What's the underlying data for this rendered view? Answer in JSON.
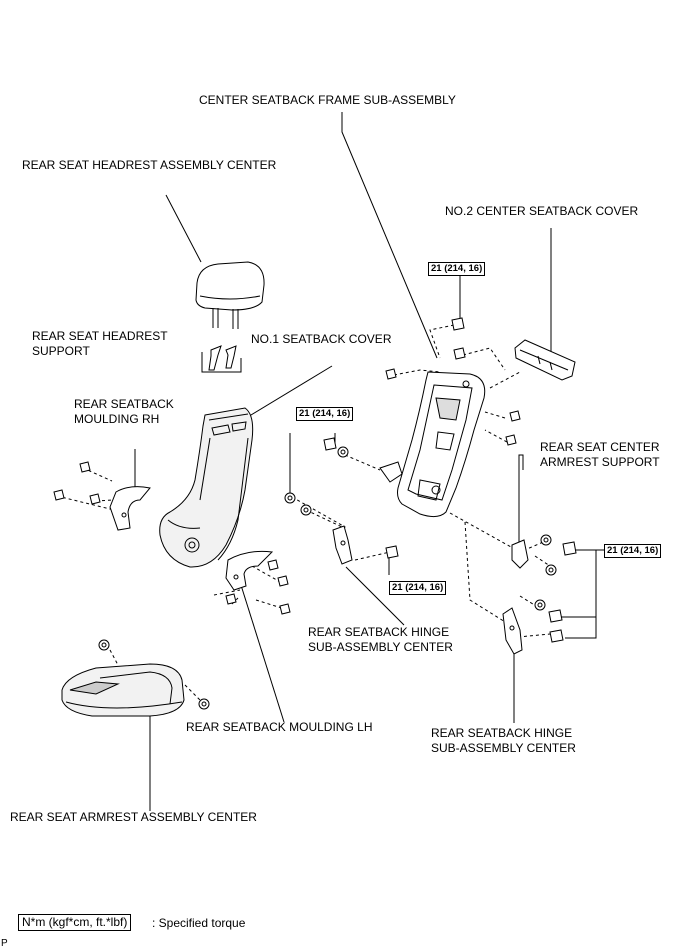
{
  "labels": {
    "frame": "CENTER SEATBACK FRAME SUB-ASSEMBLY",
    "headrest": "REAR SEAT HEADREST ASSEMBLY CENTER",
    "cover2": "NO.2 CENTER SEATBACK COVER",
    "headrest_support_1": "REAR SEAT HEADREST",
    "headrest_support_2": "SUPPORT",
    "cover1": "NO.1 SEATBACK COVER",
    "moulding_rh_1": "REAR SEATBACK",
    "moulding_rh_2": "MOULDING RH",
    "armrest_support_1": "REAR SEAT CENTER",
    "armrest_support_2": "ARMREST SUPPORT",
    "hinge_center_1": "REAR SEATBACK HINGE",
    "hinge_center_2": "SUB-ASSEMBLY CENTER",
    "moulding_lh": "REAR SEATBACK MOULDING LH",
    "hinge_right_1": "REAR SEATBACK HINGE",
    "hinge_right_2": "SUB-ASSEMBLY CENTER",
    "armrest": "REAR SEAT ARMREST ASSEMBLY CENTER"
  },
  "torque_value": "21 (214, 16)",
  "legend": {
    "unit": "N*m (kgf*cm, ft.*lbf)",
    "text": ": Specified torque"
  },
  "corner_mark": "P"
}
